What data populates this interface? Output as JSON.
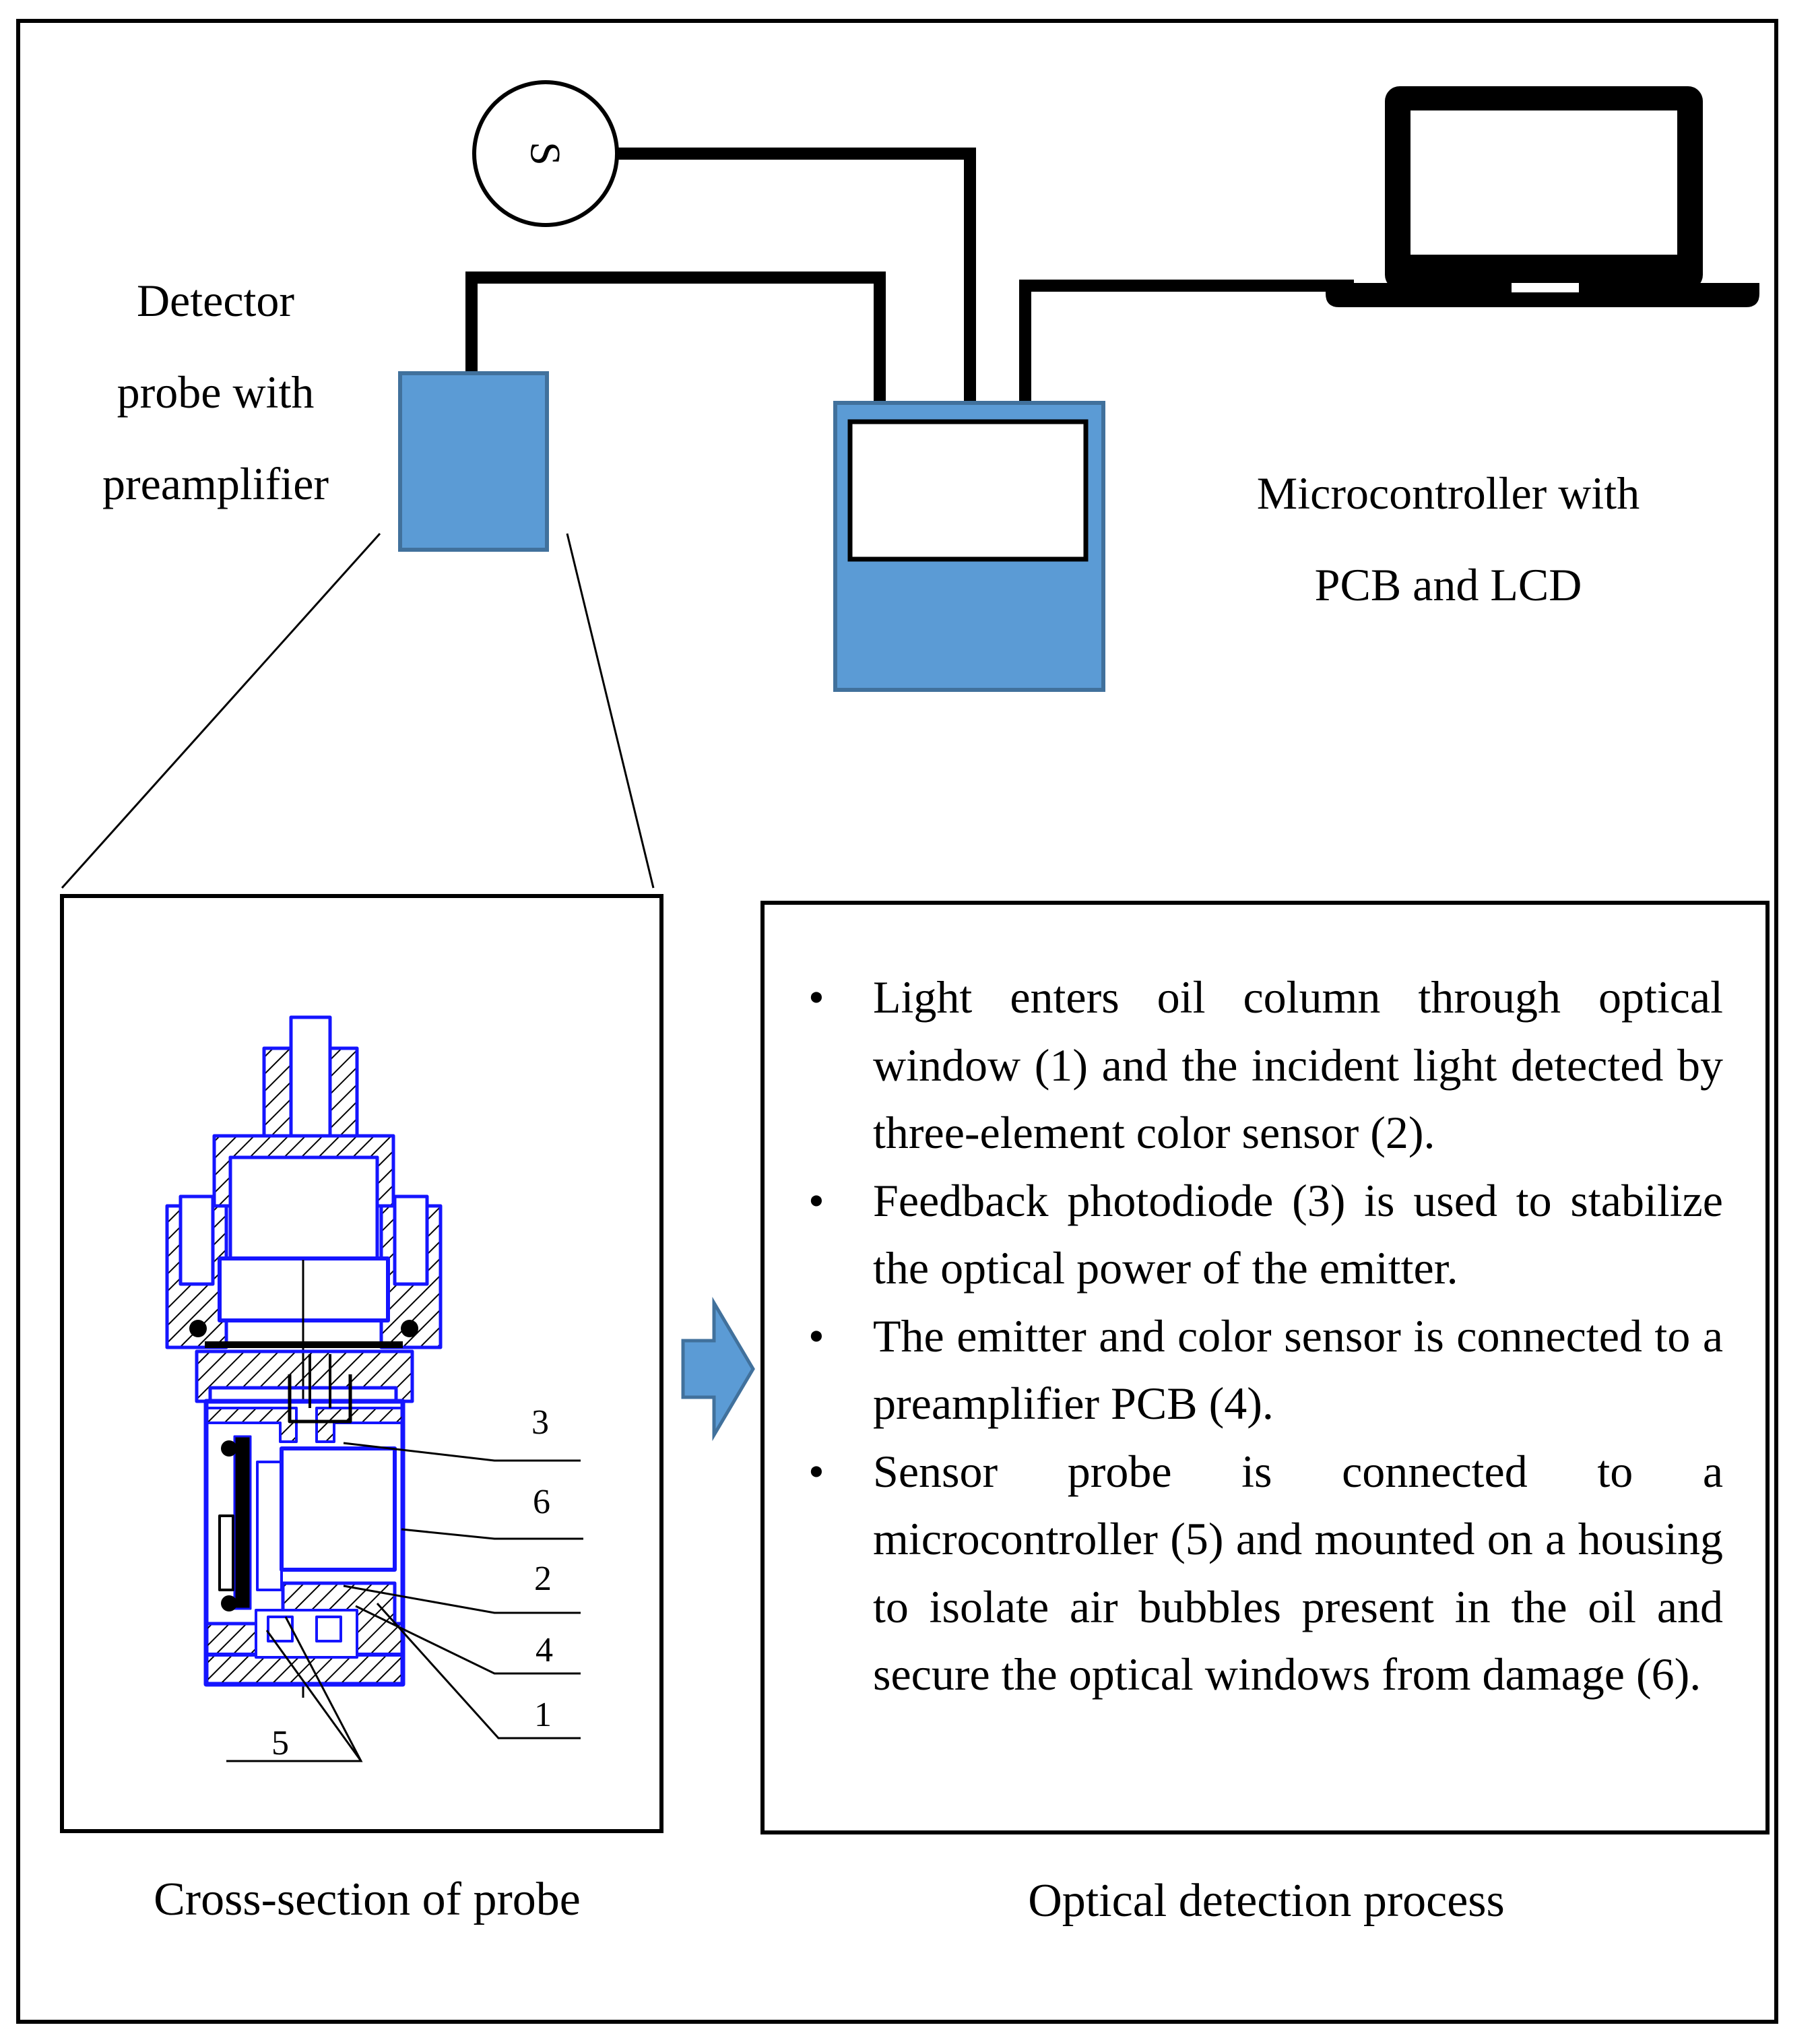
{
  "source_symbol": "S",
  "probe_label": [
    "Detector",
    "probe with",
    "preamplifier"
  ],
  "mcu_label": [
    "Microcontroller with",
    "PCB and LCD"
  ],
  "callout_numbers": [
    "3",
    "6",
    "2",
    "4",
    "1",
    "5"
  ],
  "captions": {
    "cross_section": "Cross-section of probe",
    "optical": "Optical detection process"
  },
  "process_steps": [
    "Light enters oil column through optical window (1) and the incident light detected by three-element color sensor (2).",
    "Feedback photodiode (3) is used to stabilize the optical power of the emitter.",
    "The emitter and color sensor is connected to a preamplifier PCB (4).",
    "Sensor probe is connected to a microcontroller (5) and mounted on a housing to isolate air bubbles present in the oil and secure the optical windows from damage (6)."
  ],
  "bullet_glyph": "•",
  "colors": {
    "device_fill": "#5b9bd5",
    "device_stroke": "#41719c",
    "probe_drawing": "#1515ff"
  }
}
